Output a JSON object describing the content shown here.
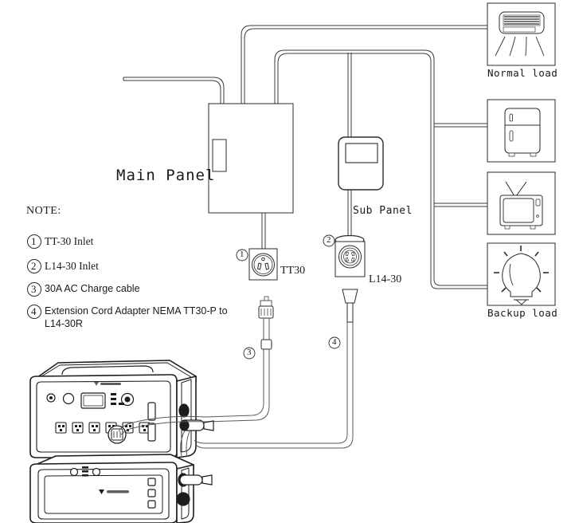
{
  "diagram": {
    "title_main_panel": "Main Panel",
    "title_sub_panel": "Sub Panel",
    "note_heading": "NOTE:",
    "notes": [
      {
        "num": "1",
        "text": "TT-30 Inlet"
      },
      {
        "num": "2",
        "text": "L14-30 Inlet"
      },
      {
        "num": "3",
        "text": "30A AC Charge cable"
      },
      {
        "num": "4",
        "text": "Extension Cord Adapter NEMA TT30-P to"
      },
      {
        "num": "",
        "text": "L14-30R"
      }
    ],
    "callouts": {
      "tt30_marker": "1",
      "l1430_marker": "2",
      "charge_cable_marker": "3",
      "adapter_marker": "4"
    },
    "inlet_labels": {
      "tt30": "TT30",
      "l1430": "L14-30"
    },
    "loads": [
      {
        "id": "air-conditioner",
        "label": "Normal load",
        "icon": "air-conditioner-icon"
      },
      {
        "id": "refrigerator",
        "label": "",
        "icon": "refrigerator-icon"
      },
      {
        "id": "television",
        "label": "",
        "icon": "television-icon"
      },
      {
        "id": "light-bulb",
        "label": "Backup load",
        "icon": "light-bulb-icon"
      }
    ],
    "load_group_labels": {
      "normal": "Normal load",
      "backup": "Backup load"
    },
    "colors": {
      "line": "#2b2b2b",
      "wire": "#4a4a4a",
      "text": "#1a1a1a",
      "background": "#ffffff",
      "device_fill": "#fdfdfd"
    }
  }
}
